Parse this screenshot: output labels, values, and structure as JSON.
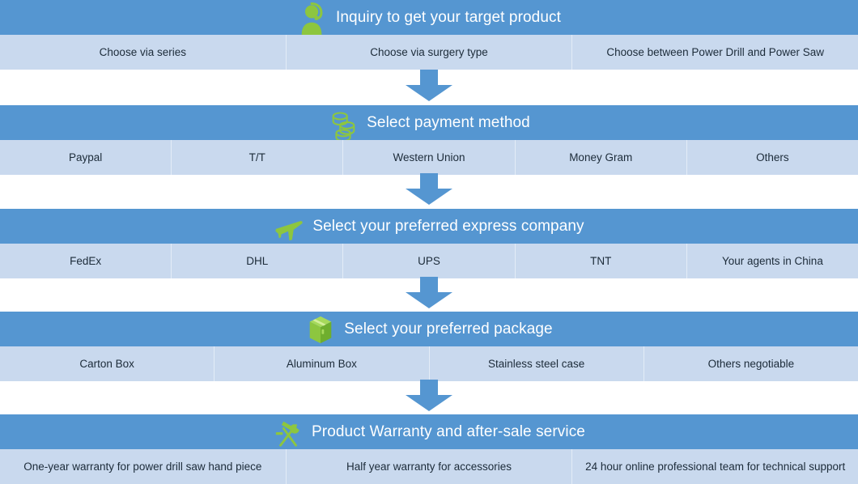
{
  "page": {
    "title": "Inquiry and ordering process flow",
    "colors": {
      "header_bar": "#5596d1",
      "option_row": "#c9d9ee",
      "icon_green": "#8dc63f",
      "arrow_blue": "#5596d1",
      "header_text": "#ffffff",
      "option_text": "#1c2b39"
    }
  },
  "steps": [
    {
      "id": "inquiry",
      "icon": "customer-support-person-icon",
      "title": "Inquiry to get your target product",
      "options": [
        "Choose via series",
        "Choose via surgery type",
        "Choose  between Power Drill and Power Saw"
      ]
    },
    {
      "id": "payment",
      "icon": "coins-stack-icon",
      "title": "Select payment method",
      "options": [
        "Paypal",
        "T/T",
        "Western Union",
        "Money Gram",
        "Others"
      ]
    },
    {
      "id": "express",
      "icon": "airplane-icon",
      "title": "Select your preferred express company",
      "options": [
        "FedEx",
        "DHL",
        "UPS",
        "TNT",
        "Your agents in China"
      ]
    },
    {
      "id": "package",
      "icon": "package-box-icon",
      "title": "Select your preferred package",
      "options": [
        "Carton Box",
        "Aluminum Box",
        "Stainless steel case",
        "Others negotiable"
      ]
    },
    {
      "id": "warranty",
      "icon": "hammer-wrench-tools-icon",
      "title": "Product Warranty and after-sale service",
      "options": [
        "One-year warranty for power drill saw hand piece",
        "Half year warranty for accessories",
        "24 hour online  professional team for technical support"
      ]
    }
  ],
  "arrows": [
    {
      "id": "arrow-1",
      "direction": "down"
    },
    {
      "id": "arrow-2",
      "direction": "down"
    },
    {
      "id": "arrow-3",
      "direction": "down"
    },
    {
      "id": "arrow-4",
      "direction": "down"
    }
  ]
}
